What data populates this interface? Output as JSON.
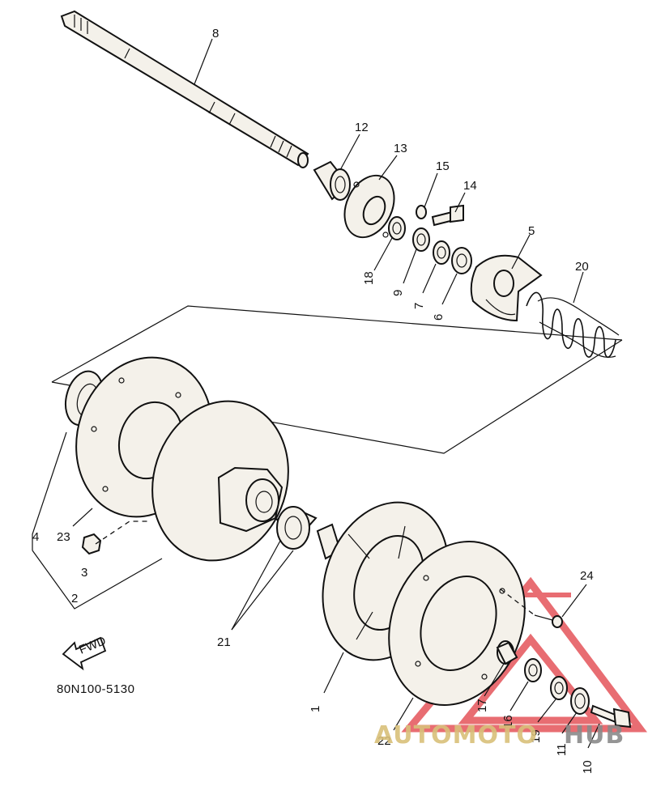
{
  "diagram": {
    "drawing_code": "80N100-5130",
    "fwd_label": "FWD",
    "callouts": [
      "1",
      "2",
      "3",
      "4",
      "5",
      "6",
      "7",
      "8",
      "9",
      "10",
      "11",
      "12",
      "13",
      "14",
      "15",
      "16",
      "17",
      "18",
      "19",
      "20",
      "21",
      "22",
      "23",
      "24"
    ]
  },
  "watermark": {
    "brand_part1": "AUTOMOTO",
    "brand_part2": "HUB",
    "color_primary": "#e4545a",
    "color_secondary": "#d9c07a",
    "color_tertiary": "#8a8a8a"
  }
}
